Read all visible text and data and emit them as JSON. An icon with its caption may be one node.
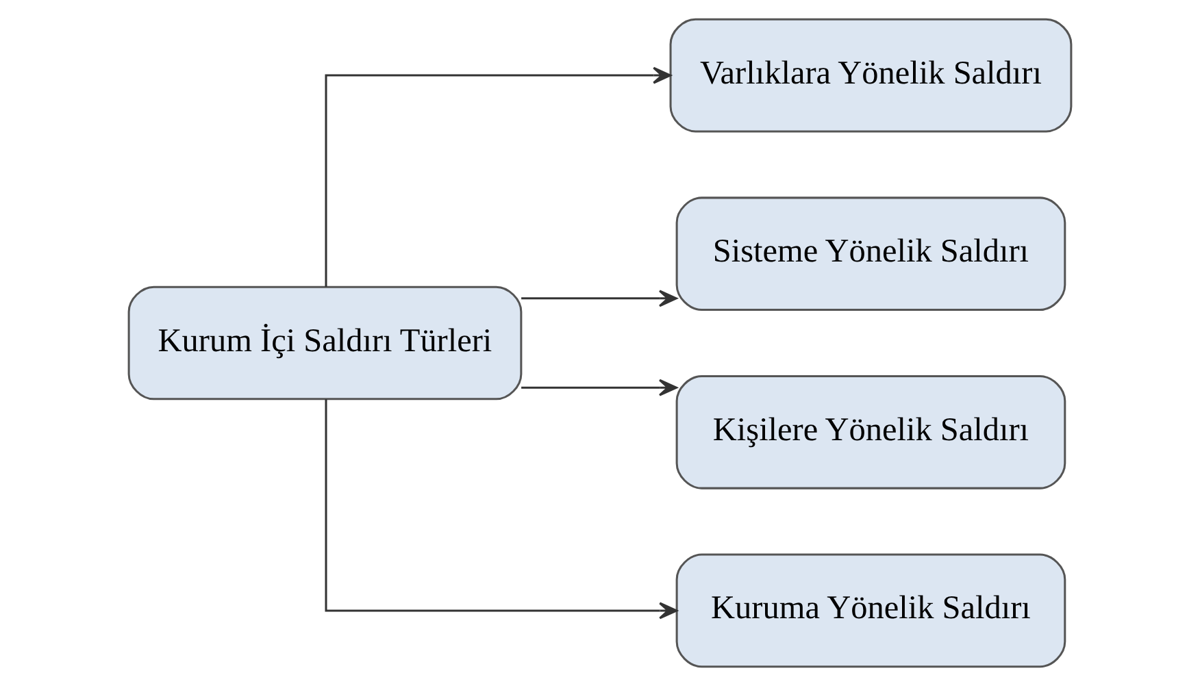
{
  "diagram": {
    "nodes": [
      {
        "text": [
          "Kurum İçi Saldırı Türleri"
        ]
      },
      {
        "text": [
          "Varlıklara Yönelik Saldırı"
        ]
      },
      {
        "text": [
          "Sisteme Yönelik Saldırı"
        ]
      },
      {
        "text": [
          "Kişilere Yönelik Saldırı"
        ]
      },
      {
        "text": [
          "Kuruma Yönelik Saldırı"
        ]
      }
    ],
    "edges": [
      {
        "from": 0,
        "to": 1,
        "arrow": "to"
      },
      {
        "from": 0,
        "to": 2,
        "arrow": "to"
      },
      {
        "from": 0,
        "to": 3,
        "arrow": "to"
      },
      {
        "from": 0,
        "to": 4,
        "arrow": "to"
      }
    ]
  }
}
